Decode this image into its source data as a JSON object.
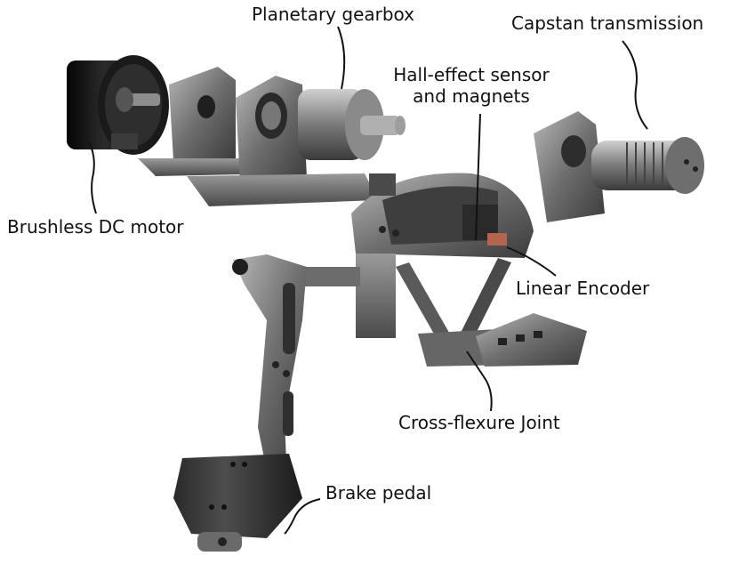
{
  "labels": {
    "planetary_gearbox": "Planetary gearbox",
    "capstan_transmission": "Capstan transmission",
    "hall_line1": "Hall-effect sensor",
    "hall_line2": "and magnets",
    "brushless_motor": "Brushless DC motor",
    "linear_encoder": "Linear Encoder",
    "cross_flexure": "Cross-flexure Joint",
    "brake_pedal": "Brake pedal"
  },
  "colors": {
    "background": "#ffffff",
    "metal_dark": "#3a3a3a",
    "metal_mid": "#6b6b6b",
    "metal_light": "#a9a9a9",
    "motor_black": "#141414",
    "encoder_accent": "#b5654e",
    "leader_line": "#111111"
  }
}
